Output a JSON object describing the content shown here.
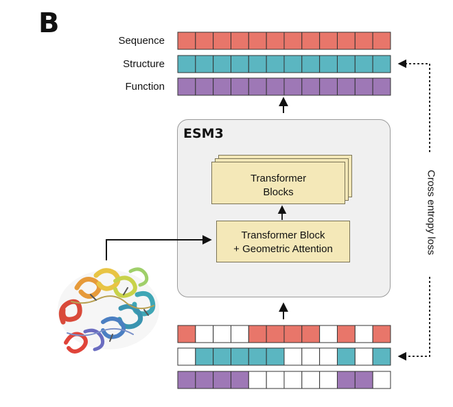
{
  "panel_label": "B",
  "track_labels": {
    "sequence": "Sequence",
    "structure": "Structure",
    "function": "Function"
  },
  "model": {
    "title": "ESM3",
    "stacked_block_line1": "Transformer",
    "stacked_block_line2": "Blocks",
    "first_block_line1": "Transformer Block",
    "first_block_line2": "+ Geometric Attention"
  },
  "loss_label": "Cross entropy loss",
  "colors": {
    "sequence": "#e8766a",
    "structure": "#5bb6c1",
    "function": "#9e78b6",
    "empty": "#ffffff",
    "block_fill": "#f4e8b8"
  },
  "output_tracks": {
    "sequence": [
      1,
      1,
      1,
      1,
      1,
      1,
      1,
      1,
      1,
      1,
      1,
      1
    ],
    "structure": [
      1,
      1,
      1,
      1,
      1,
      1,
      1,
      1,
      1,
      1,
      1,
      1
    ],
    "function": [
      1,
      1,
      1,
      1,
      1,
      1,
      1,
      1,
      1,
      1,
      1,
      1
    ]
  },
  "input_tracks": {
    "sequence": [
      1,
      0,
      0,
      0,
      1,
      1,
      1,
      1,
      0,
      1,
      0,
      1
    ],
    "structure": [
      0,
      1,
      1,
      1,
      1,
      1,
      0,
      0,
      0,
      1,
      0,
      1
    ],
    "function": [
      1,
      1,
      1,
      1,
      0,
      0,
      0,
      0,
      0,
      1,
      1,
      0
    ]
  }
}
